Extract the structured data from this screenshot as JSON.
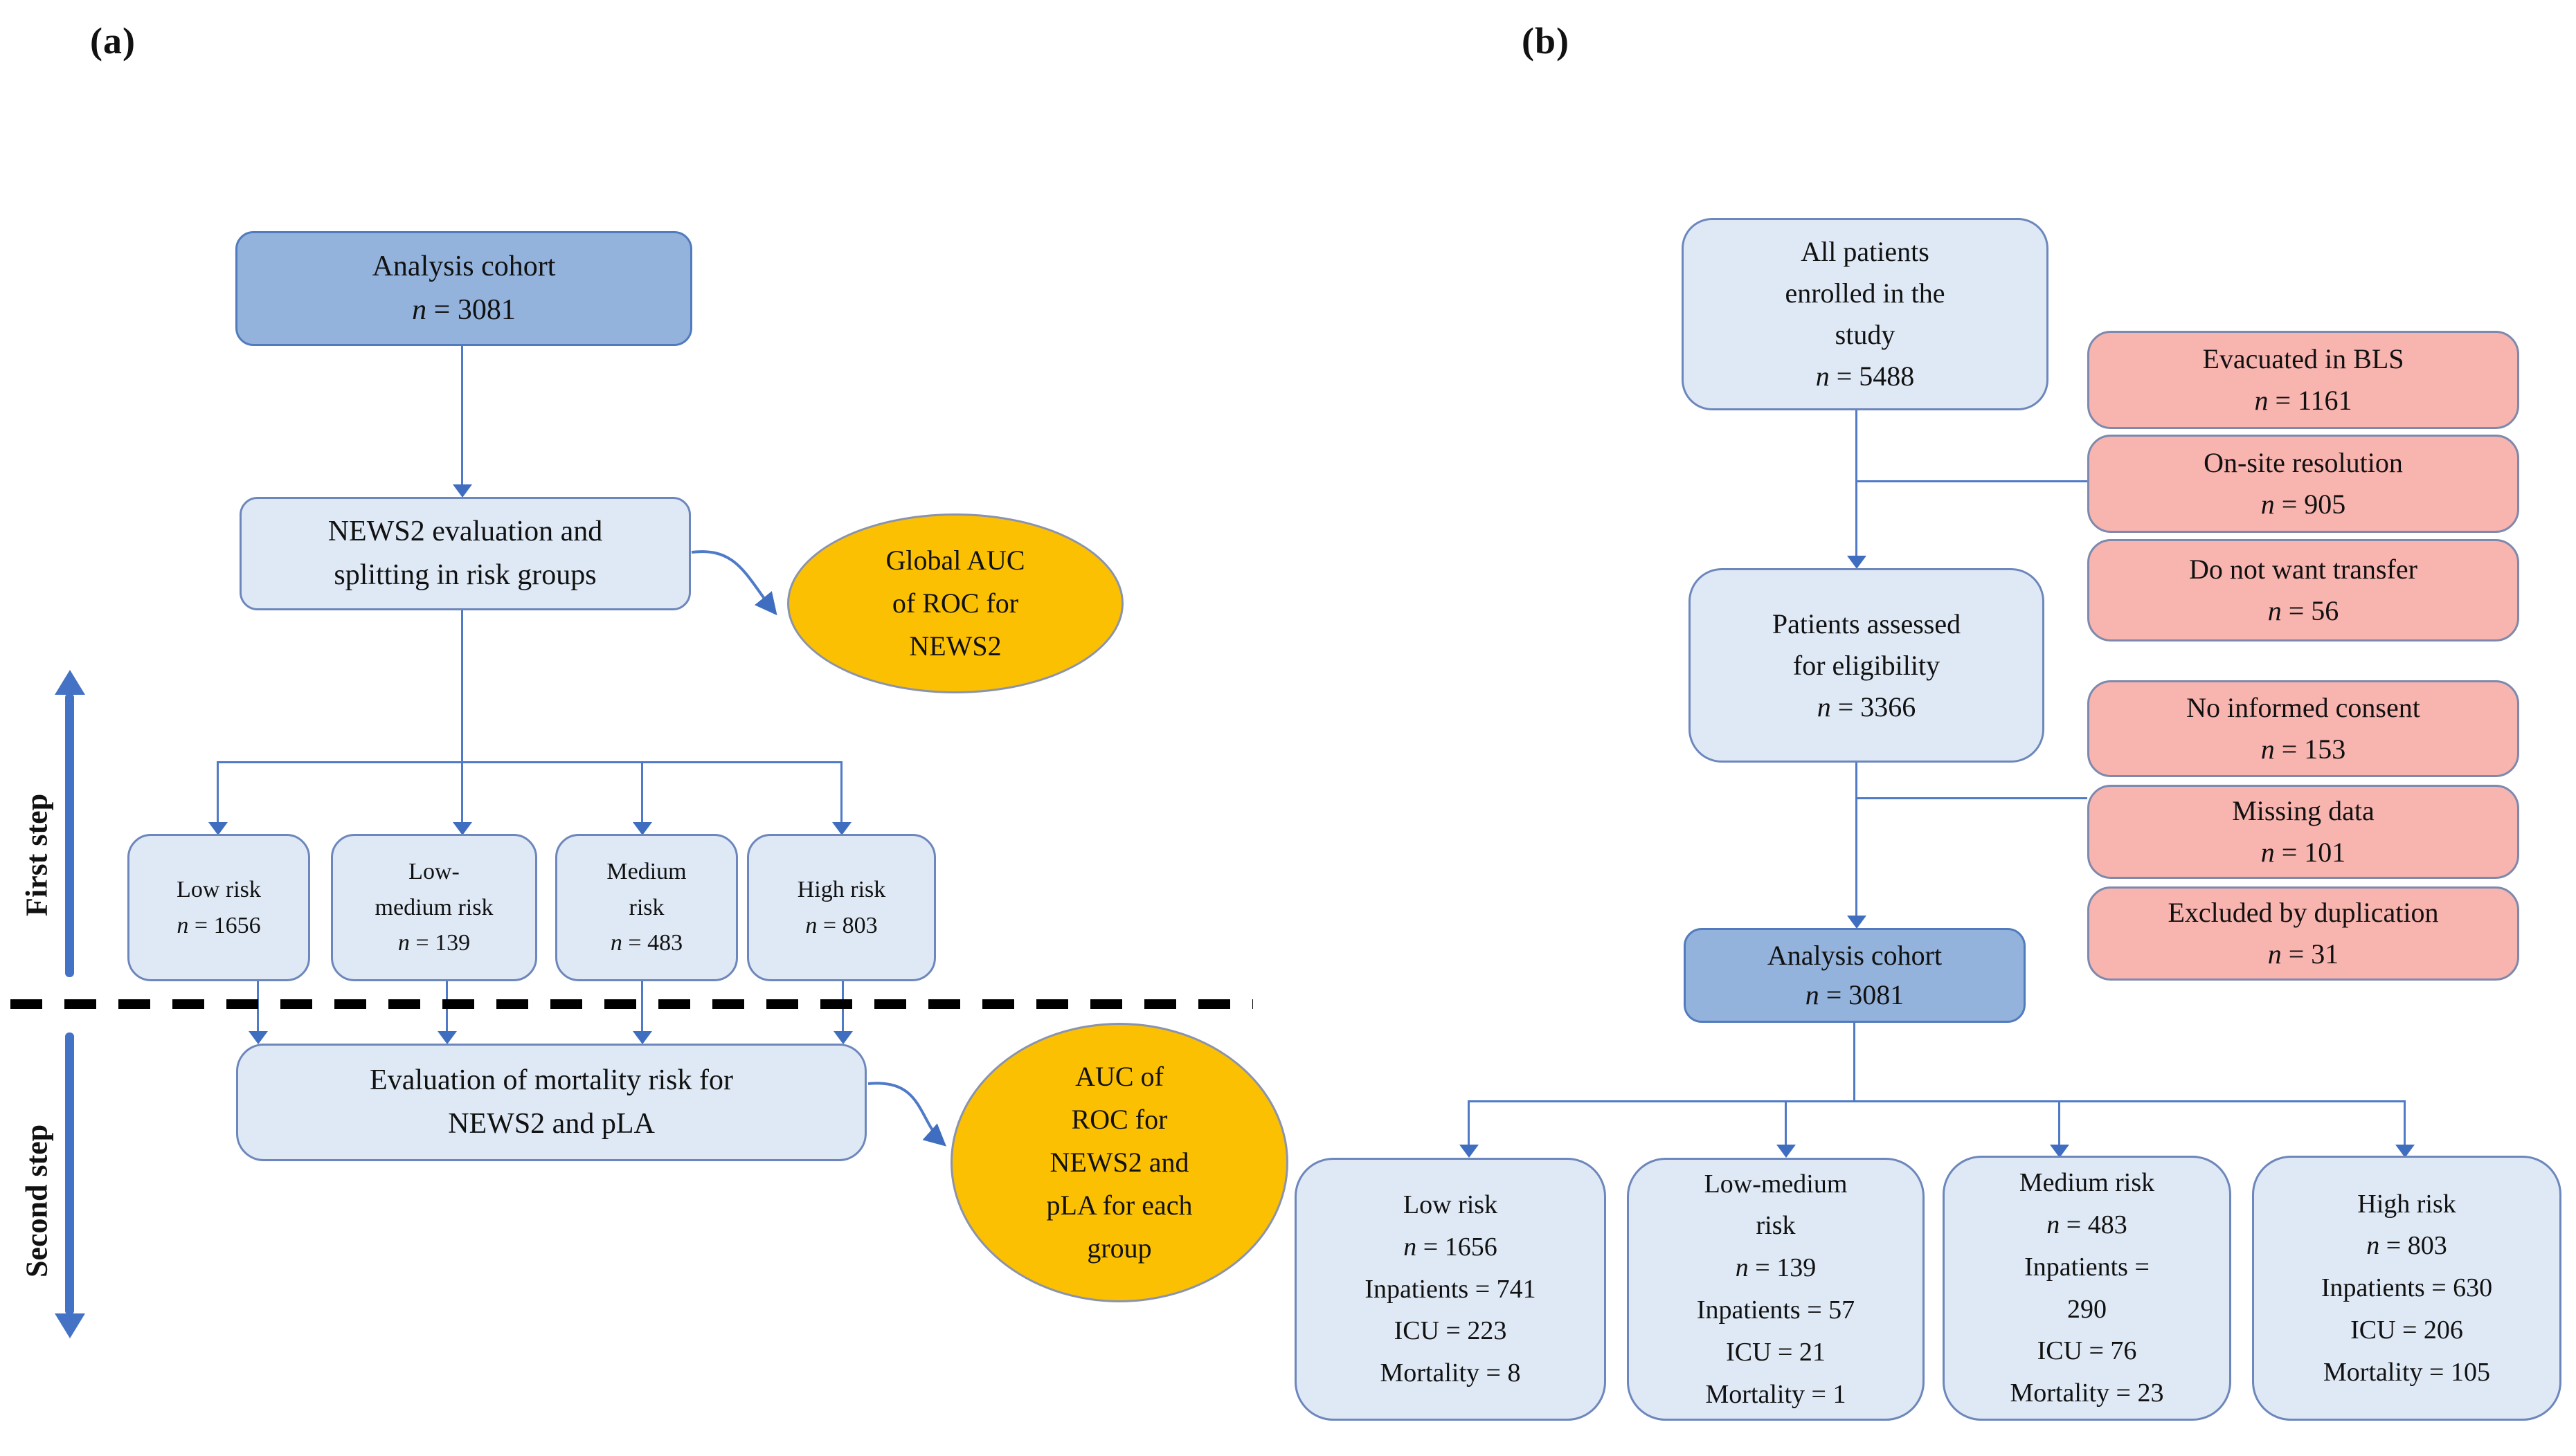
{
  "panel_a": {
    "label": "(a)",
    "first_step_label": "First step",
    "second_step_label": "Second step",
    "analysis_cohort": [
      "Analysis cohort",
      "n = 3081"
    ],
    "news2_evaluation": [
      "NEWS2 evaluation and",
      "splitting in risk groups"
    ],
    "global_auc_ellipse": [
      "Global AUC",
      "of ROC for",
      "NEWS2"
    ],
    "low_risk": [
      "Low risk",
      "n = 1656"
    ],
    "low_medium_risk": [
      "Low-",
      "medium risk",
      "n = 139"
    ],
    "medium_risk": [
      "Medium",
      "risk",
      "n = 483"
    ],
    "high_risk": [
      "High risk",
      "n = 803"
    ],
    "evaluation_mortality": [
      "Evaluation of mortality risk for",
      "NEWS2 and pLA"
    ],
    "auc_each_group_ellipse": [
      "AUC of",
      "ROC for",
      "NEWS2 and",
      "pLA for each",
      "group"
    ]
  },
  "panel_b": {
    "label": "(b)",
    "all_patients": [
      "All patients",
      "enrolled in the",
      "study",
      "n = 5488"
    ],
    "excluded_evacuated": [
      "Evacuated in BLS",
      "n = 1161"
    ],
    "excluded_onsite": [
      "On-site resolution",
      "n = 905"
    ],
    "excluded_transfer": [
      "Do not want transfer",
      "n = 56"
    ],
    "excluded_consent": [
      "No informed consent",
      "n = 153"
    ],
    "excluded_missing": [
      "Missing data",
      "n = 101"
    ],
    "excluded_duplication": [
      "Excluded by duplication",
      "n = 31"
    ],
    "patients_assessed": [
      "Patients assessed",
      "for eligibility",
      "n = 3366"
    ],
    "analysis_cohort": [
      "Analysis cohort",
      "n = 3081"
    ],
    "low_risk": [
      "Low risk",
      "n = 1656",
      "Inpatients = 741",
      "ICU = 223",
      "Mortality = 8"
    ],
    "low_medium_risk": [
      "Low-medium",
      "risk",
      "n = 139",
      "Inpatients = 57",
      "ICU = 21",
      "Mortality = 1"
    ],
    "medium_risk": [
      "Medium risk",
      "n = 483",
      "Inpatients =",
      "290",
      "ICU = 76",
      "Mortality = 23"
    ],
    "high_risk": [
      "High risk",
      "n = 803",
      "Inpatients = 630",
      "ICU = 206",
      "Mortality = 105"
    ]
  },
  "colors": {
    "dark_blue_fill": "#93b2dc",
    "light_blue_fill": "#dfe9f5",
    "pink_fill": "#f8b4af",
    "orange_fill": "#fcc003",
    "connector_blue": "#4f7ac7",
    "accent_blue": "#4472c4",
    "dashed_line": "#000000"
  }
}
